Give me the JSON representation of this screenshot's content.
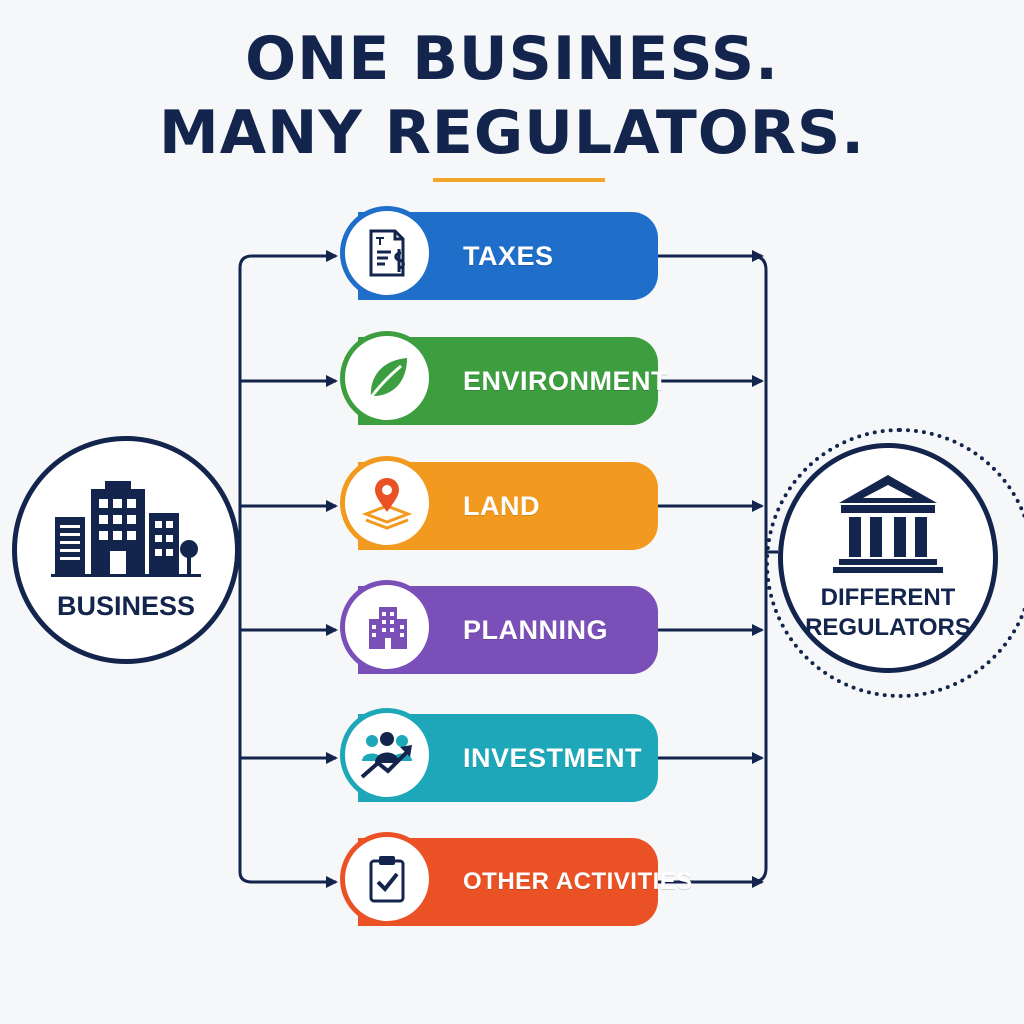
{
  "title": {
    "line1": "ONE BUSINESS.",
    "line2": "MANY REGULATORS."
  },
  "colors": {
    "navy": "#13244d",
    "accent_rule": "#f1a52a"
  },
  "source_node": {
    "label": "BUSINESS",
    "icon": "office-buildings-icon"
  },
  "target_node": {
    "label_line1": "DIFFERENT",
    "label_line2": "REGULATORS",
    "icon": "government-building-icon"
  },
  "categories": [
    {
      "label": "TAXES",
      "color": "#1f6ec9",
      "icon": "tax-document-icon"
    },
    {
      "label": "ENVIRONMENT",
      "color": "#3d9e3f",
      "icon": "leaf-icon"
    },
    {
      "label": "LAND",
      "color": "#f29a1f",
      "icon": "map-pin-icon"
    },
    {
      "label": "PLANNING",
      "color": "#7b4fb8",
      "icon": "building-icon"
    },
    {
      "label": "INVESTMENT",
      "color": "#1ea7b8",
      "icon": "team-growth-icon"
    },
    {
      "label": "OTHER ACTIVITIES",
      "color": "#ea5226",
      "icon": "clipboard-check-icon"
    }
  ]
}
